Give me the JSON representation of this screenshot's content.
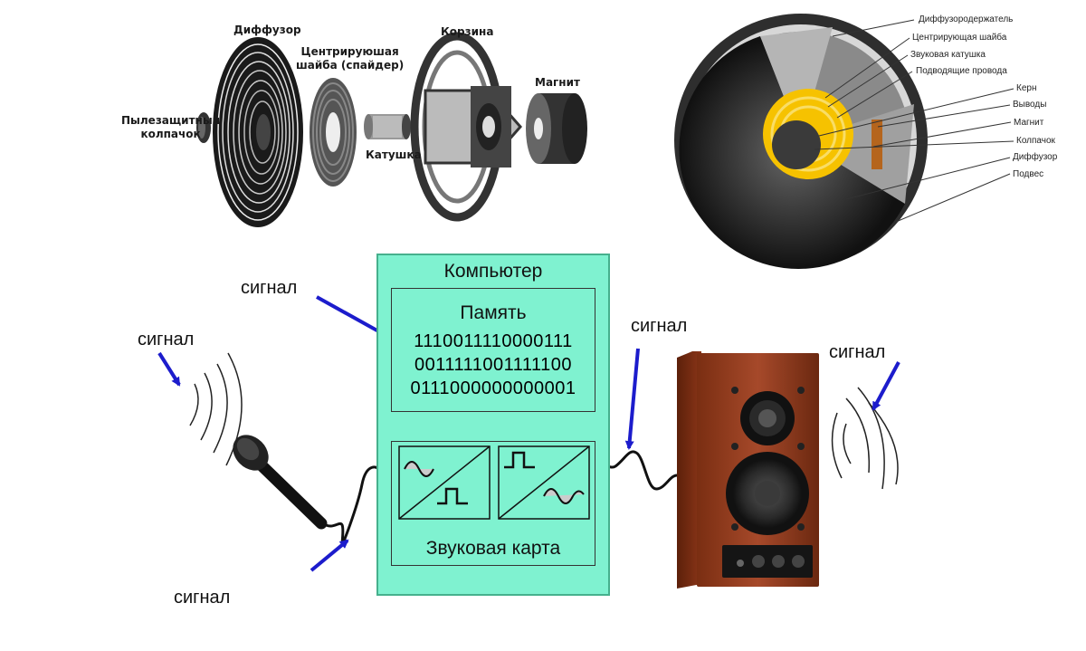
{
  "speaker_exploded": {
    "labels": {
      "dust_cap": "Пылезащитный\nколпачок",
      "diffuser": "Диффузор",
      "spider": "Центрируюшая\nшайба (спайдер)",
      "basket": "Корзина",
      "coil": "Катушка",
      "magnet": "Магнит"
    }
  },
  "speaker_cutaway": {
    "labels": [
      "Диффузородержатель",
      "Центрирующая шайба",
      "Звуковая катушка",
      "Подводящие провода",
      "Керн",
      "Выводы",
      "Магнит",
      "Колпачок",
      "Диффузор",
      "Подвес"
    ]
  },
  "computer": {
    "title": "Компьютер",
    "memory": {
      "title": "Память",
      "lines": [
        "1110011110000111",
        "0011111001111100",
        "0111000000000001"
      ]
    },
    "sound_card": {
      "title": "Звуковая карта"
    }
  },
  "signals": {
    "top_left": "сигнал",
    "left_mid": "сигнал",
    "bottom_left": "сигнал",
    "to_speaker": "сигнал",
    "right": "сигнал"
  },
  "colors": {
    "computer_fill": "#7ff2d0",
    "arrow": "#1c1ccc",
    "cone_yellow": "#f6c200"
  }
}
